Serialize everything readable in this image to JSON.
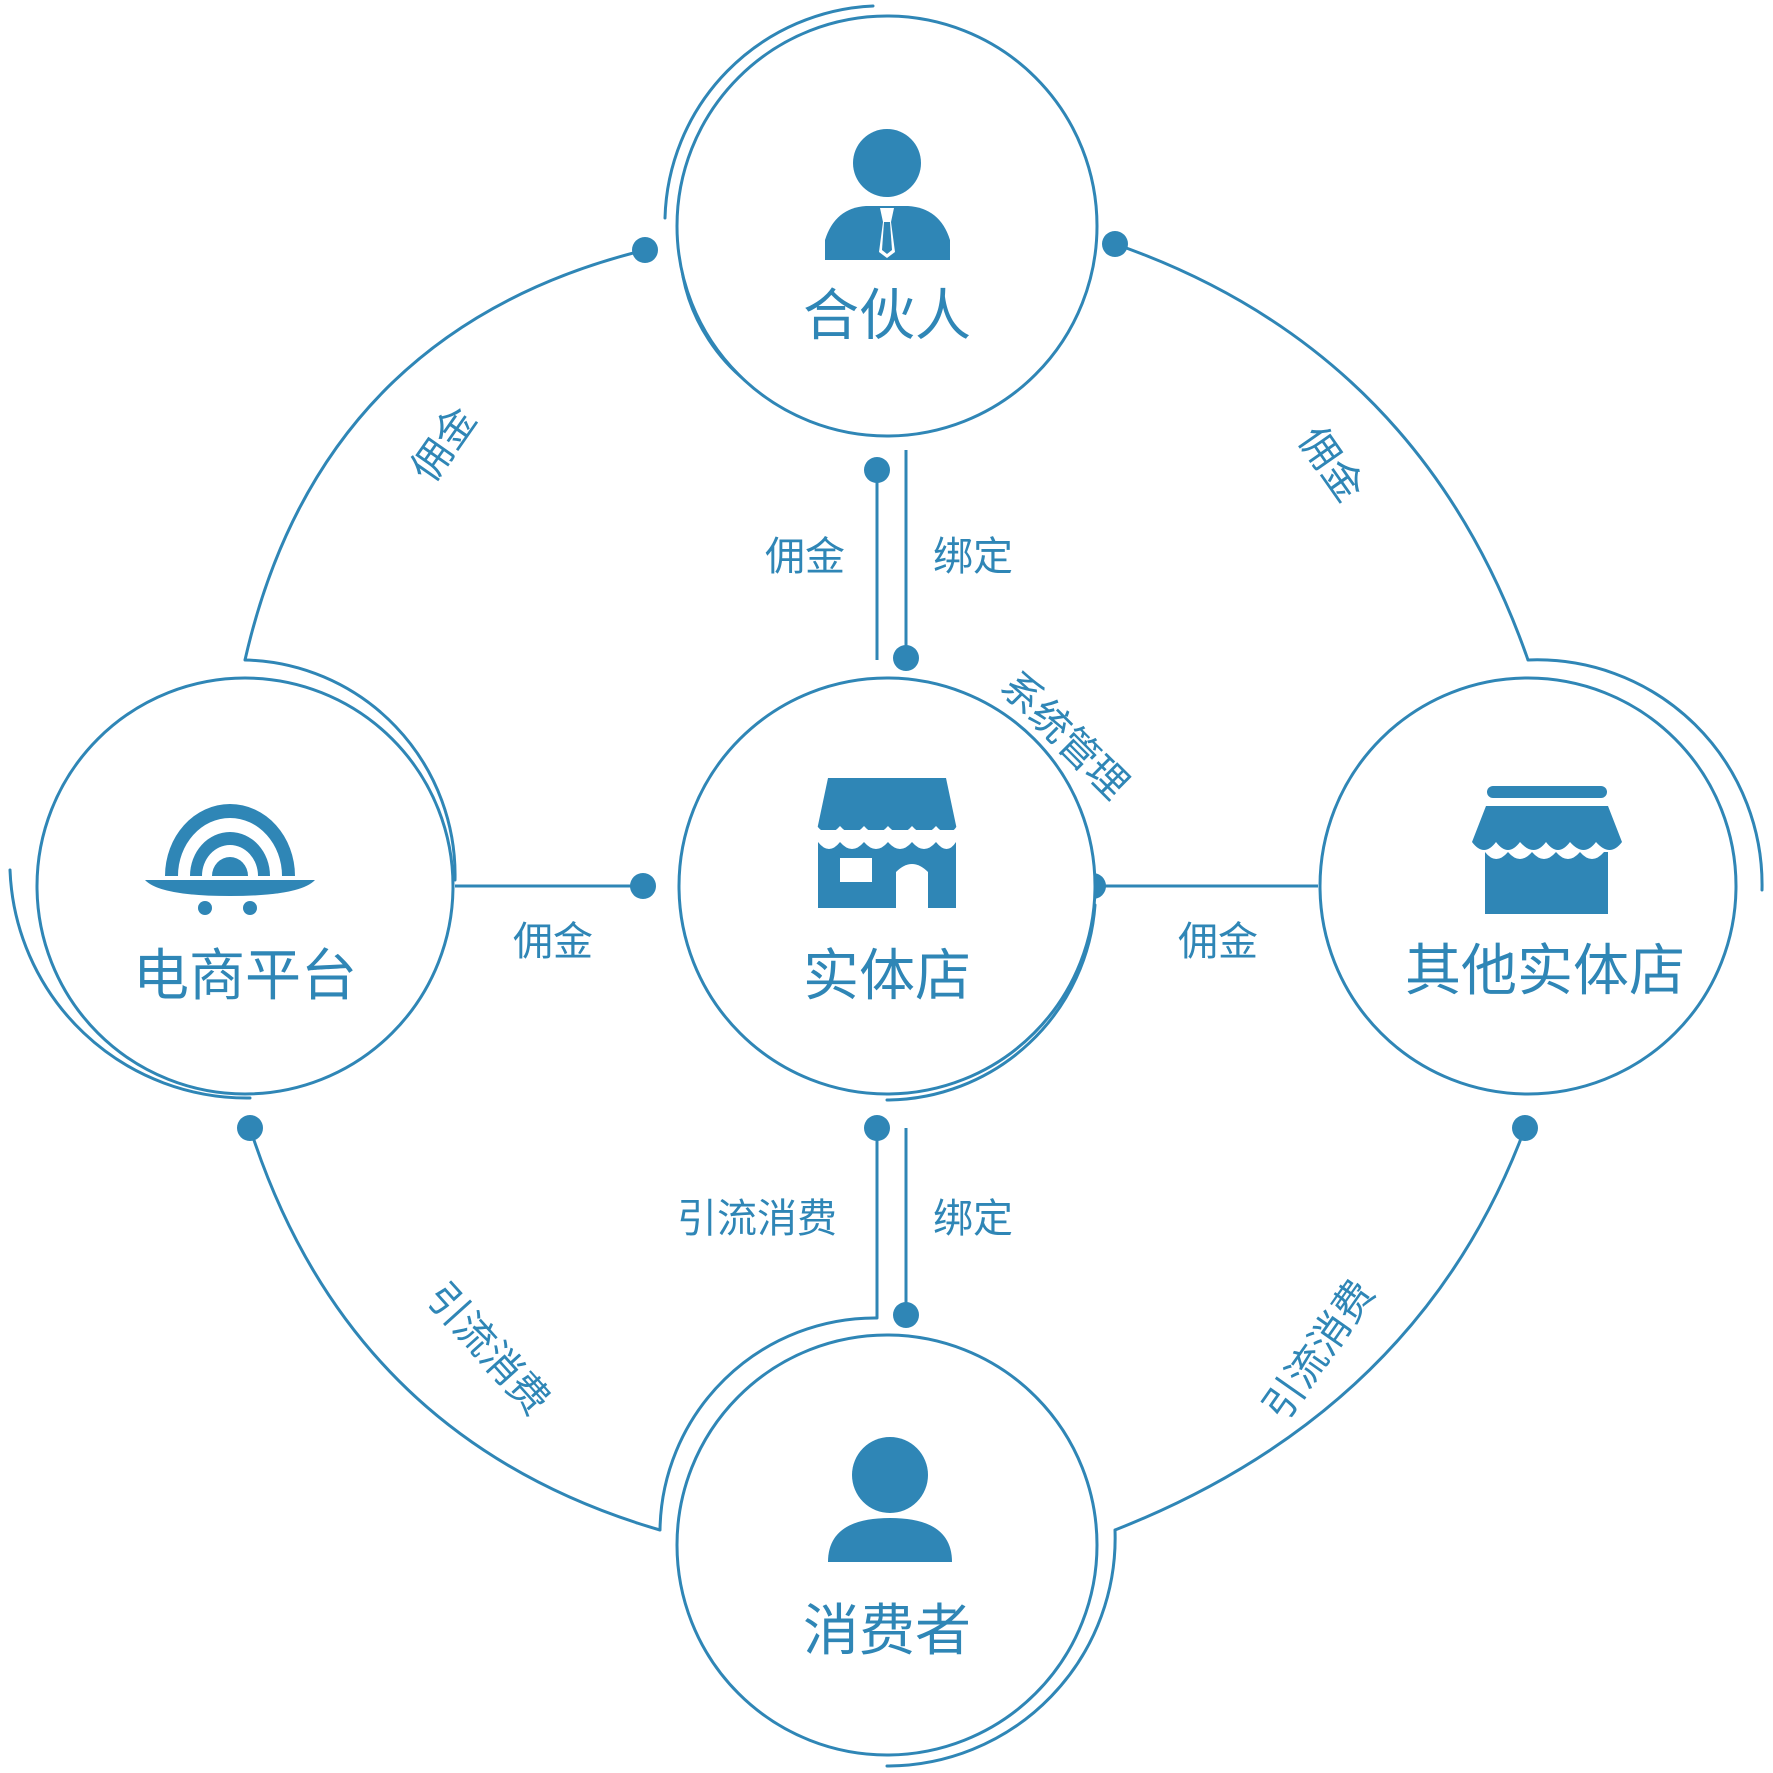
{
  "colors": {
    "primary": "#2f86b6"
  },
  "nodes": {
    "partner": {
      "label": "合伙人",
      "icon": "businessman-icon"
    },
    "ecommerce": {
      "label": "电商平台",
      "icon": "shopping-shell-logo-icon"
    },
    "store": {
      "label": "实体店",
      "icon": "storefront-icon"
    },
    "other_store": {
      "label": "其他实体店",
      "icon": "shop-awning-icon"
    },
    "consumer": {
      "label": "消费者",
      "icon": "person-icon"
    }
  },
  "edges": {
    "ecommerce_partner": "佣金",
    "partner_other": "佣金",
    "partner_store_left": "佣金",
    "partner_store_right": "绑定",
    "system_management": "系统管理",
    "ecommerce_store": "佣金",
    "store_other": "佣金",
    "store_consumer_left": "引流消费",
    "store_consumer_right": "绑定",
    "ecommerce_consumer": "引流消费",
    "other_consumer": "引流消费"
  }
}
